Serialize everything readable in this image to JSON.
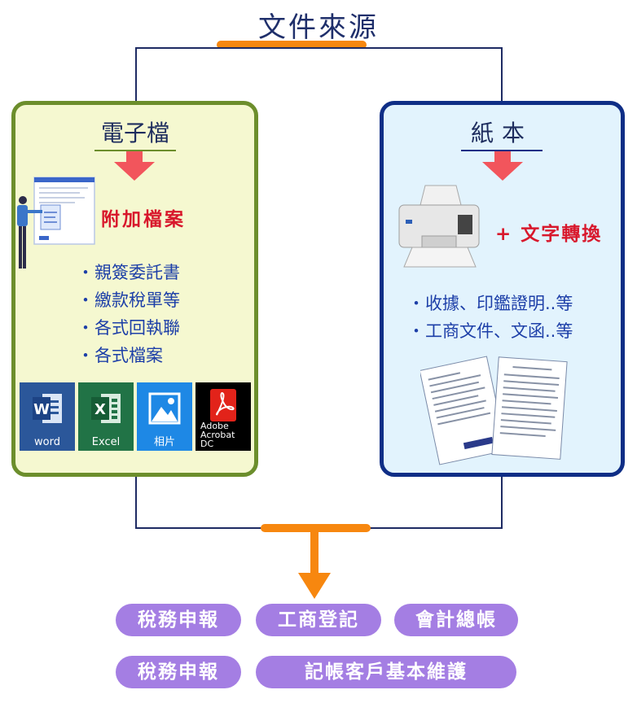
{
  "title": "文件來源",
  "electronic": {
    "heading": "電子檔",
    "attachment_label": "附加檔案",
    "items": [
      "親簽委託書",
      "繳款稅單等",
      "各式回執聯",
      "各式檔案"
    ],
    "file_types": [
      {
        "letter": "W",
        "label": "word",
        "color": "#2b579a"
      },
      {
        "letter": "X",
        "label": "Excel",
        "color": "#217346"
      },
      {
        "letter": "",
        "label": "相片",
        "color": "#1e88e5"
      },
      {
        "letter": "",
        "label": "Adobe Acrobat DC",
        "color": "#000000"
      }
    ]
  },
  "paper": {
    "heading": "紙本",
    "convert_label": "+ 文字轉換",
    "items": [
      "收據、印鑑證明..等",
      "工商文件、文函..等"
    ]
  },
  "services": {
    "row1": [
      "稅務申報",
      "工商登記",
      "會計總帳"
    ],
    "row2": [
      "稅務申報",
      "記帳客戶基本維護"
    ]
  },
  "colors": {
    "accent_orange": "#f7870f",
    "left_border": "#6c8e2c",
    "right_border": "#0f2e86",
    "pill": "#a47ee3",
    "bullet_text": "#1d3fa8",
    "red_label": "#d8182c"
  }
}
